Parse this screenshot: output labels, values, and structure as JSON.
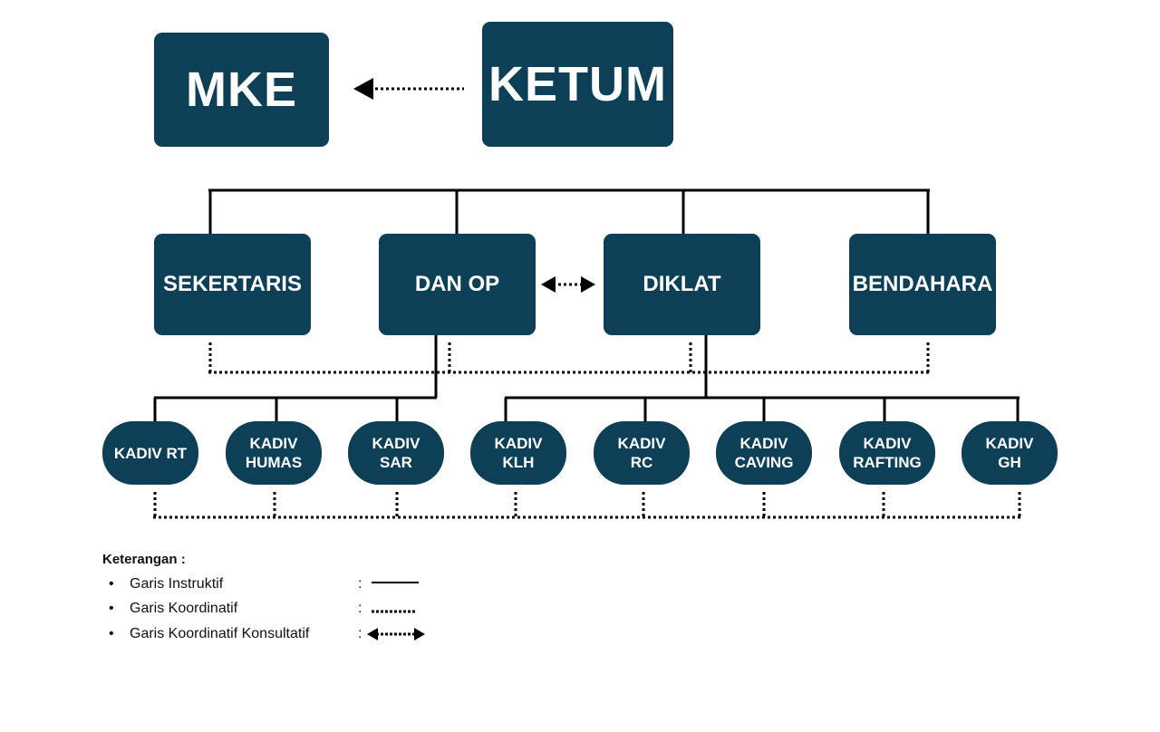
{
  "colors": {
    "box": "#0d3f56",
    "line": "#000000",
    "text_on_box": "#ffffff"
  },
  "nodes": {
    "mke": "MKE",
    "ketum": "KETUM",
    "sekertaris": "SEKERTARIS",
    "danop": "DAN OP",
    "diklat": "DIKLAT",
    "bendahara": "BENDAHARA",
    "kadiv_rt": "KADIV RT",
    "kadiv_humas": [
      "KADIV",
      "HUMAS"
    ],
    "kadiv_sar": [
      "KADIV",
      "SAR"
    ],
    "kadiv_klh": [
      "KADIV",
      "KLH"
    ],
    "kadiv_rc": [
      "KADIV",
      "RC"
    ],
    "kadiv_caving": [
      "KADIV",
      "CAVING"
    ],
    "kadiv_rafting": [
      "KADIV",
      "RAFTING"
    ],
    "kadiv_gh": [
      "KADIV",
      "GH"
    ]
  },
  "legend": {
    "title": "Keterangan :",
    "bullet": "•",
    "colon": ":",
    "items": [
      {
        "label": "Garis Instruktif",
        "style": "solid"
      },
      {
        "label": "Garis Koordinatif",
        "style": "dotted"
      },
      {
        "label": "Garis Koordinatif Konsultatif",
        "style": "dotted-double-arrow"
      }
    ]
  }
}
